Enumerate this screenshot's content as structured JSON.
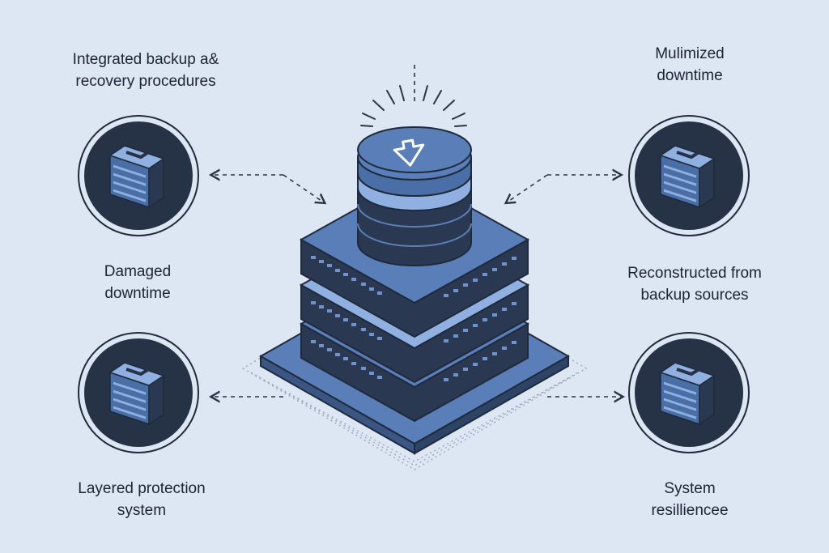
{
  "labels": {
    "top_left": [
      "Integrated backup a&",
      "recovery procedures"
    ],
    "top_right": [
      "Mulimized",
      "downtime"
    ],
    "mid_left": [
      "Damaged",
      "downtime"
    ],
    "mid_right": [
      "Reconstructed from",
      "backup sources"
    ],
    "bottom_left": [
      "Layered protection",
      "system"
    ],
    "bottom_right": [
      "System",
      "resilliencee"
    ]
  },
  "colors": {
    "background": "#dde6f3",
    "navy": "#263245",
    "blue": "#5a7fb8",
    "light_blue": "#8fb0e0",
    "outline": "#1f2a3d"
  },
  "icons": {
    "central": "database-server-stack-icon",
    "nodes": "server-rack-icon",
    "badge": "restore-arrow-icon"
  }
}
